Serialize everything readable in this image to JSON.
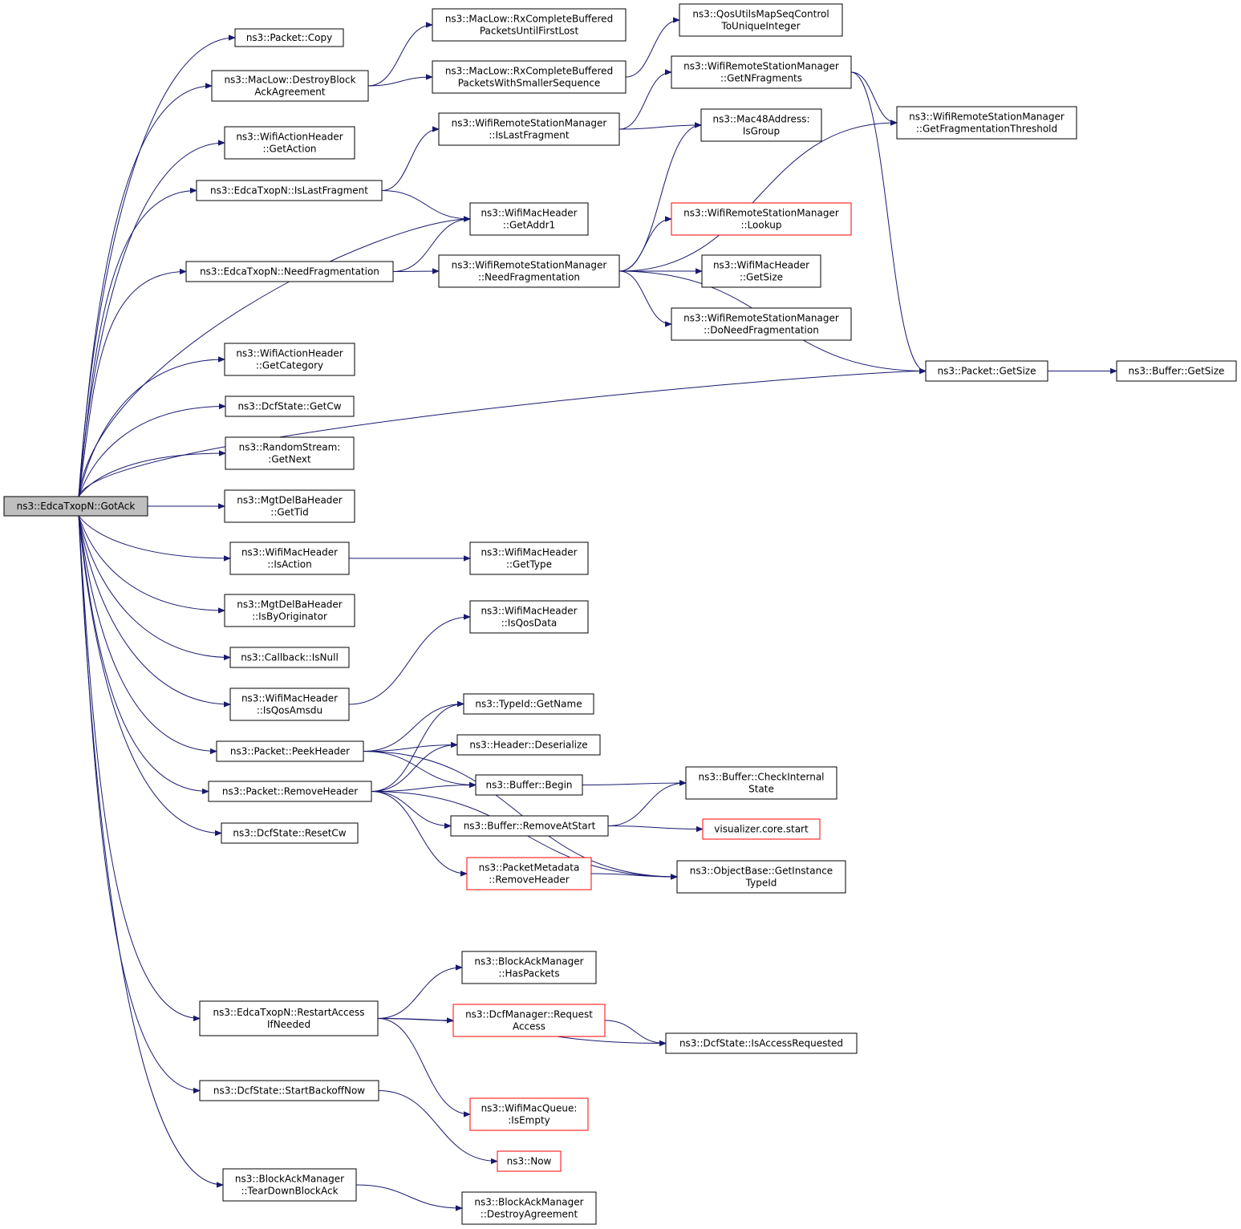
{
  "colors": {
    "edge": "#191970",
    "root_fill": "#bfbfbf",
    "red_border": "#ff0000",
    "border": "#000000"
  },
  "nodes": [
    {
      "id": "gotack",
      "lines": [
        "ns3::EdcaTxopN::GotAck"
      ],
      "root": true
    },
    {
      "id": "copy",
      "lines": [
        "ns3::Packet::Copy"
      ]
    },
    {
      "id": "destroyblock",
      "lines": [
        "ns3::MacLow::DestroyBlock",
        "AckAgreement"
      ]
    },
    {
      "id": "getaction",
      "lines": [
        "ns3::WifiActionHeader",
        "::GetAction"
      ]
    },
    {
      "id": "islastfrag",
      "lines": [
        "ns3::EdcaTxopN::IsLastFragment"
      ]
    },
    {
      "id": "needfrag",
      "lines": [
        "ns3::EdcaTxopN::NeedFragmentation"
      ]
    },
    {
      "id": "getcategory",
      "lines": [
        "ns3::WifiActionHeader",
        "::GetCategory"
      ]
    },
    {
      "id": "getcw",
      "lines": [
        "ns3::DcfState::GetCw"
      ]
    },
    {
      "id": "getnext",
      "lines": [
        "ns3::RandomStream:",
        ":GetNext"
      ]
    },
    {
      "id": "gettid",
      "lines": [
        "ns3::MgtDelBaHeader",
        "::GetTid"
      ]
    },
    {
      "id": "isaction",
      "lines": [
        "ns3::WifiMacHeader",
        "::IsAction"
      ]
    },
    {
      "id": "isbyorig",
      "lines": [
        "ns3::MgtDelBaHeader",
        "::IsByOriginator"
      ]
    },
    {
      "id": "isnull",
      "lines": [
        "ns3::Callback::IsNull"
      ]
    },
    {
      "id": "isqosamsdu",
      "lines": [
        "ns3::WifiMacHeader",
        "::IsQosAmsdu"
      ]
    },
    {
      "id": "peekheader",
      "lines": [
        "ns3::Packet::PeekHeader"
      ]
    },
    {
      "id": "removeheader",
      "lines": [
        "ns3::Packet::RemoveHeader"
      ]
    },
    {
      "id": "resetcw",
      "lines": [
        "ns3::DcfState::ResetCw"
      ]
    },
    {
      "id": "restartaccess",
      "lines": [
        "ns3::EdcaTxopN::RestartAccess",
        "IfNeeded"
      ]
    },
    {
      "id": "startbackoff",
      "lines": [
        "ns3::DcfState::StartBackoffNow"
      ]
    },
    {
      "id": "teardown",
      "lines": [
        "ns3::BlockAckManager",
        "::TearDownBlockAck"
      ]
    },
    {
      "id": "rxfirstlost",
      "lines": [
        "ns3::MacLow::RxCompleteBuffered",
        "PacketsUntilFirstLost"
      ]
    },
    {
      "id": "rxsmaller",
      "lines": [
        "ns3::MacLow::RxCompleteBuffered",
        "PacketsWithSmallerSequence"
      ]
    },
    {
      "id": "wrsm_islast",
      "lines": [
        "ns3::WifiRemoteStationManager",
        "::IsLastFragment"
      ]
    },
    {
      "id": "getaddr1",
      "lines": [
        "ns3::WifiMacHeader",
        "::GetAddr1"
      ]
    },
    {
      "id": "wrsm_needfrag",
      "lines": [
        "ns3::WifiRemoteStationManager",
        "::NeedFragmentation"
      ]
    },
    {
      "id": "gettype",
      "lines": [
        "ns3::WifiMacHeader",
        "::GetType"
      ]
    },
    {
      "id": "isqosdata",
      "lines": [
        "ns3::WifiMacHeader",
        "::IsQosData"
      ]
    },
    {
      "id": "getname",
      "lines": [
        "ns3::TypeId::GetName"
      ]
    },
    {
      "id": "deserialize",
      "lines": [
        "ns3::Header::Deserialize"
      ]
    },
    {
      "id": "begin",
      "lines": [
        "ns3::Buffer::Begin"
      ]
    },
    {
      "id": "removeatstart",
      "lines": [
        "ns3::Buffer::RemoveAtStart"
      ]
    },
    {
      "id": "pm_removeheader",
      "lines": [
        "ns3::PacketMetadata",
        "::RemoveHeader"
      ],
      "red": true
    },
    {
      "id": "haspackets",
      "lines": [
        "ns3::BlockAckManager",
        "::HasPackets"
      ]
    },
    {
      "id": "requestaccess",
      "lines": [
        "ns3::DcfManager::Request",
        "Access"
      ],
      "red": true
    },
    {
      "id": "isempty",
      "lines": [
        "ns3::WifiMacQueue:",
        ":IsEmpty"
      ],
      "red": true
    },
    {
      "id": "now",
      "lines": [
        "ns3::Now"
      ],
      "red": true
    },
    {
      "id": "destroyagreement",
      "lines": [
        "ns3::BlockAckManager",
        "::DestroyAgreement"
      ]
    },
    {
      "id": "qosutils",
      "lines": [
        "ns3::QosUtilsMapSeqControl",
        "ToUniqueInteger"
      ]
    },
    {
      "id": "getnfrag",
      "lines": [
        "ns3::WifiRemoteStationManager",
        "::GetNFragments"
      ]
    },
    {
      "id": "isgroup",
      "lines": [
        "ns3::Mac48Address:",
        "IsGroup"
      ]
    },
    {
      "id": "lookup",
      "lines": [
        "ns3::WifiRemoteStationManager",
        "::Lookup"
      ],
      "red": true
    },
    {
      "id": "wmh_getsize",
      "lines": [
        "ns3::WifiMacHeader",
        "::GetSize"
      ]
    },
    {
      "id": "doneedfrag",
      "lines": [
        "ns3::WifiRemoteStationManager",
        "::DoNeedFragmentation"
      ]
    },
    {
      "id": "checkinternal",
      "lines": [
        "ns3::Buffer::CheckInternal",
        "State"
      ]
    },
    {
      "id": "vizstart",
      "lines": [
        "visualizer.core.start"
      ],
      "red": true
    },
    {
      "id": "getinstance",
      "lines": [
        "ns3::ObjectBase::GetInstance",
        "TypeId"
      ]
    },
    {
      "id": "isaccessreq",
      "lines": [
        "ns3::DcfState::IsAccessRequested"
      ]
    },
    {
      "id": "getfragthresh",
      "lines": [
        "ns3::WifiRemoteStationManager",
        "::GetFragmentationThreshold"
      ]
    },
    {
      "id": "packet_getsize",
      "lines": [
        "ns3::Packet::GetSize"
      ]
    },
    {
      "id": "buffer_getsize",
      "lines": [
        "ns3::Buffer::GetSize"
      ]
    }
  ],
  "edges": [
    [
      "gotack",
      "copy"
    ],
    [
      "gotack",
      "destroyblock"
    ],
    [
      "gotack",
      "getaction"
    ],
    [
      "gotack",
      "islastfrag"
    ],
    [
      "gotack",
      "getaddr1"
    ],
    [
      "gotack",
      "needfrag"
    ],
    [
      "gotack",
      "packet_getsize"
    ],
    [
      "gotack",
      "getcategory"
    ],
    [
      "gotack",
      "getcw"
    ],
    [
      "gotack",
      "getnext"
    ],
    [
      "gotack",
      "gettid"
    ],
    [
      "gotack",
      "isaction"
    ],
    [
      "gotack",
      "isbyorig"
    ],
    [
      "gotack",
      "isnull"
    ],
    [
      "gotack",
      "isqosamsdu"
    ],
    [
      "gotack",
      "peekheader"
    ],
    [
      "gotack",
      "removeheader"
    ],
    [
      "gotack",
      "resetcw"
    ],
    [
      "gotack",
      "restartaccess"
    ],
    [
      "gotack",
      "startbackoff"
    ],
    [
      "gotack",
      "teardown"
    ],
    [
      "destroyblock",
      "rxfirstlost"
    ],
    [
      "destroyblock",
      "rxsmaller"
    ],
    [
      "rxsmaller",
      "qosutils"
    ],
    [
      "islastfrag",
      "wrsm_islast"
    ],
    [
      "islastfrag",
      "getaddr1"
    ],
    [
      "wrsm_islast",
      "getnfrag"
    ],
    [
      "wrsm_islast",
      "isgroup"
    ],
    [
      "getnfrag",
      "getfragthresh"
    ],
    [
      "getnfrag",
      "packet_getsize"
    ],
    [
      "needfrag",
      "getaddr1"
    ],
    [
      "needfrag",
      "wrsm_needfrag"
    ],
    [
      "wrsm_needfrag",
      "isgroup"
    ],
    [
      "wrsm_needfrag",
      "getfragthresh"
    ],
    [
      "wrsm_needfrag",
      "lookup"
    ],
    [
      "wrsm_needfrag",
      "wmh_getsize"
    ],
    [
      "wrsm_needfrag",
      "doneedfrag"
    ],
    [
      "wrsm_needfrag",
      "packet_getsize"
    ],
    [
      "packet_getsize",
      "buffer_getsize"
    ],
    [
      "isaction",
      "gettype"
    ],
    [
      "isqosamsdu",
      "isqosdata"
    ],
    [
      "peekheader",
      "getinstance"
    ],
    [
      "peekheader",
      "getname"
    ],
    [
      "peekheader",
      "deserialize"
    ],
    [
      "peekheader",
      "begin"
    ],
    [
      "removeheader",
      "getname"
    ],
    [
      "removeheader",
      "deserialize"
    ],
    [
      "removeheader",
      "begin"
    ],
    [
      "removeheader",
      "removeatstart"
    ],
    [
      "removeheader",
      "pm_removeheader"
    ],
    [
      "removeheader",
      "getinstance"
    ],
    [
      "begin",
      "checkinternal"
    ],
    [
      "removeatstart",
      "checkinternal"
    ],
    [
      "removeatstart",
      "vizstart"
    ],
    [
      "pm_removeheader",
      "getinstance"
    ],
    [
      "restartaccess",
      "haspackets"
    ],
    [
      "restartaccess",
      "requestaccess"
    ],
    [
      "restartaccess",
      "isaccessreq"
    ],
    [
      "restartaccess",
      "isempty"
    ],
    [
      "requestaccess",
      "isaccessreq"
    ],
    [
      "startbackoff",
      "now"
    ],
    [
      "teardown",
      "destroyagreement"
    ]
  ]
}
